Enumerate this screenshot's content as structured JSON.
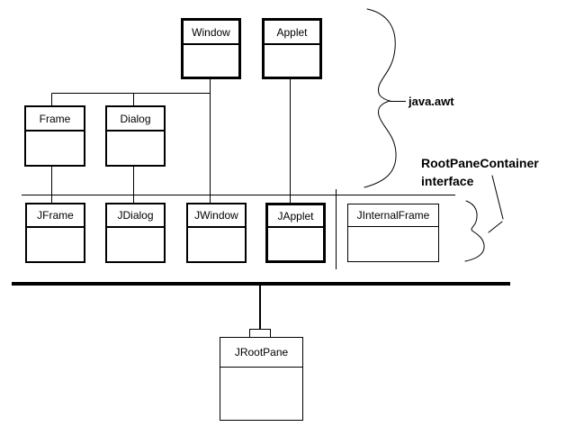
{
  "colors": {
    "background": "#ffffff",
    "line": "#000000"
  },
  "classes": [
    {
      "label": "Window"
    },
    {
      "label": "Applet"
    },
    {
      "label": "Frame"
    },
    {
      "label": "Dialog"
    },
    {
      "label": "JFrame"
    },
    {
      "label": "JDialog"
    },
    {
      "label": "JWindow"
    },
    {
      "label": "JApplet"
    },
    {
      "label": "JInternalFrame"
    },
    {
      "label": "JRootPane"
    }
  ],
  "annotations": {
    "package": "java.awt",
    "interface_line1": "RootPaneContainer",
    "interface_line2": "interface"
  }
}
